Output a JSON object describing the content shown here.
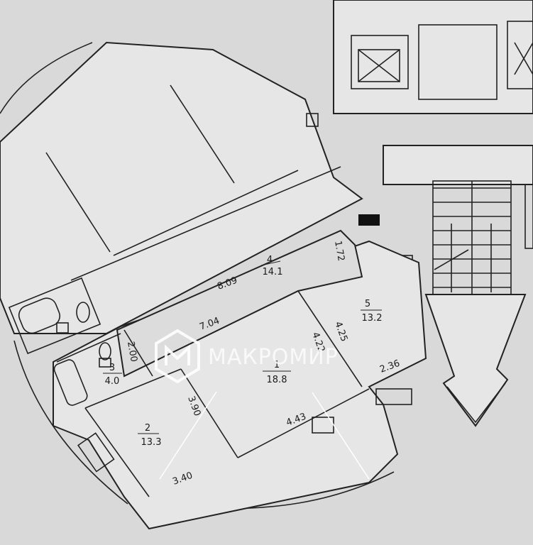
{
  "rooms": [
    {
      "id": "1",
      "number": "1",
      "area": "18.8"
    },
    {
      "id": "2",
      "number": "2",
      "area": "13.3"
    },
    {
      "id": "3",
      "number": "3",
      "area": "4.0"
    },
    {
      "id": "4",
      "number": "4",
      "area": "14.1"
    },
    {
      "id": "5",
      "number": "5",
      "area": "13.2"
    }
  ],
  "dimensions": {
    "d_172": "1.72",
    "d_809": "8.09",
    "d_704": "7.04",
    "d_200": "2.00",
    "d_425": "4.25",
    "d_422": "4.22",
    "d_236": "2.36",
    "d_390": "3.90",
    "d_443": "4.43",
    "d_340": "3.40"
  },
  "watermark": {
    "brand": "МАКРОМИР"
  },
  "colors": {
    "paper": "#d9d9d9",
    "line": "#222222",
    "watermark": "#ffffff"
  }
}
